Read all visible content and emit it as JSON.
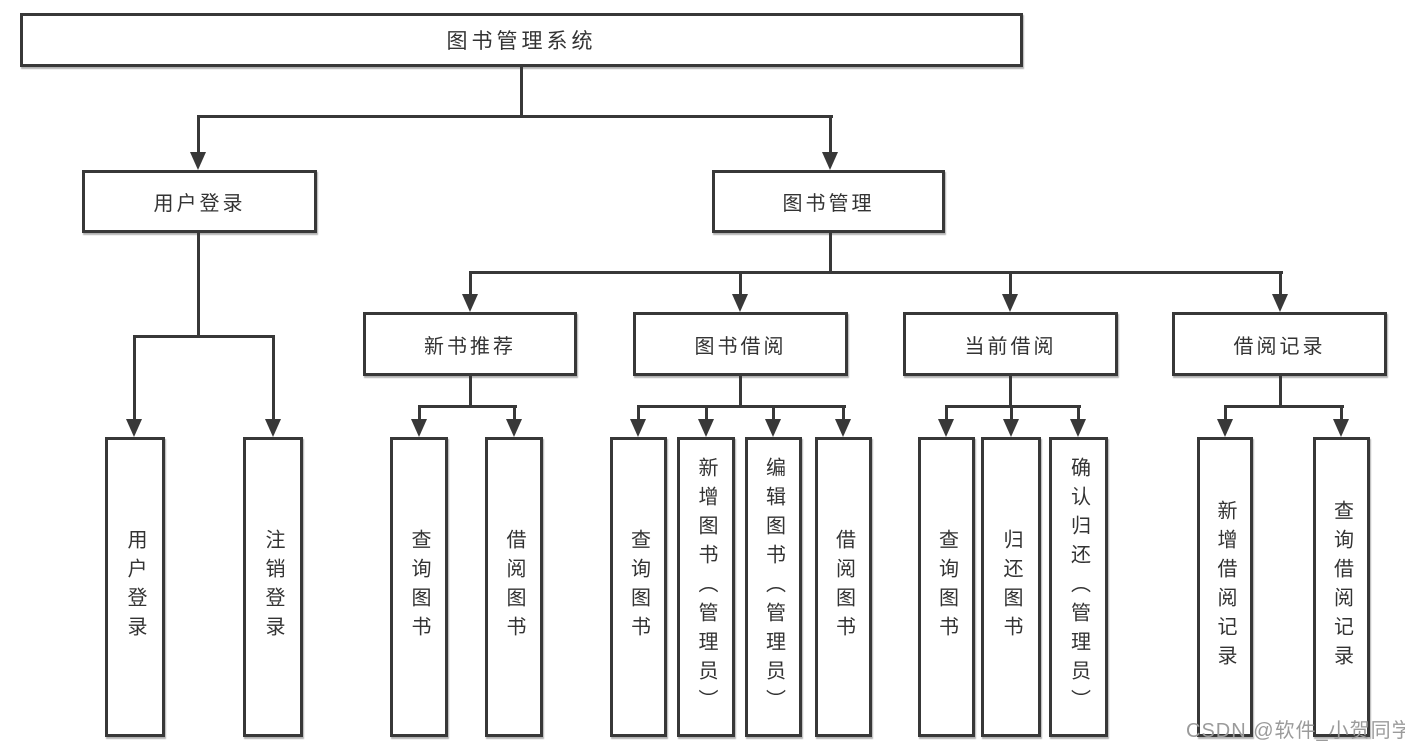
{
  "diagram": {
    "title": "图书管理系统",
    "root": {
      "label": "图书管理系统"
    },
    "level2": {
      "user_login": {
        "label": "用户登录"
      },
      "book_mgmt": {
        "label": "图书管理"
      }
    },
    "level3": {
      "new_book": {
        "label": "新书推荐"
      },
      "book_borrow": {
        "label": "图书借阅"
      },
      "current_borrow": {
        "label": "当前借阅"
      },
      "borrow_record": {
        "label": "借阅记录"
      }
    },
    "leaves": {
      "user_login": {
        "label": "用户登录"
      },
      "logout": {
        "label": "注销登录"
      },
      "newbook_query": {
        "label": "查询图书"
      },
      "newbook_borrow": {
        "label": "借阅图书"
      },
      "borrow_query": {
        "label": "查询图书"
      },
      "borrow_add": {
        "label": "新增图书（管理员）"
      },
      "borrow_edit": {
        "label": "编辑图书（管理员）"
      },
      "borrow_do": {
        "label": "借阅图书"
      },
      "current_query": {
        "label": "查询图书"
      },
      "current_return": {
        "label": "归还图书"
      },
      "current_confirm": {
        "label": "确认归还（管理员）"
      },
      "record_add": {
        "label": "新增借阅记录"
      },
      "record_query": {
        "label": "查询借阅记录"
      }
    }
  },
  "watermark": {
    "text": "CSDN @软件_小贺同学"
  },
  "colors": {
    "line": "#383838",
    "text": "#333333",
    "watermark": "#9b9b9b",
    "background": "#ffffff"
  }
}
